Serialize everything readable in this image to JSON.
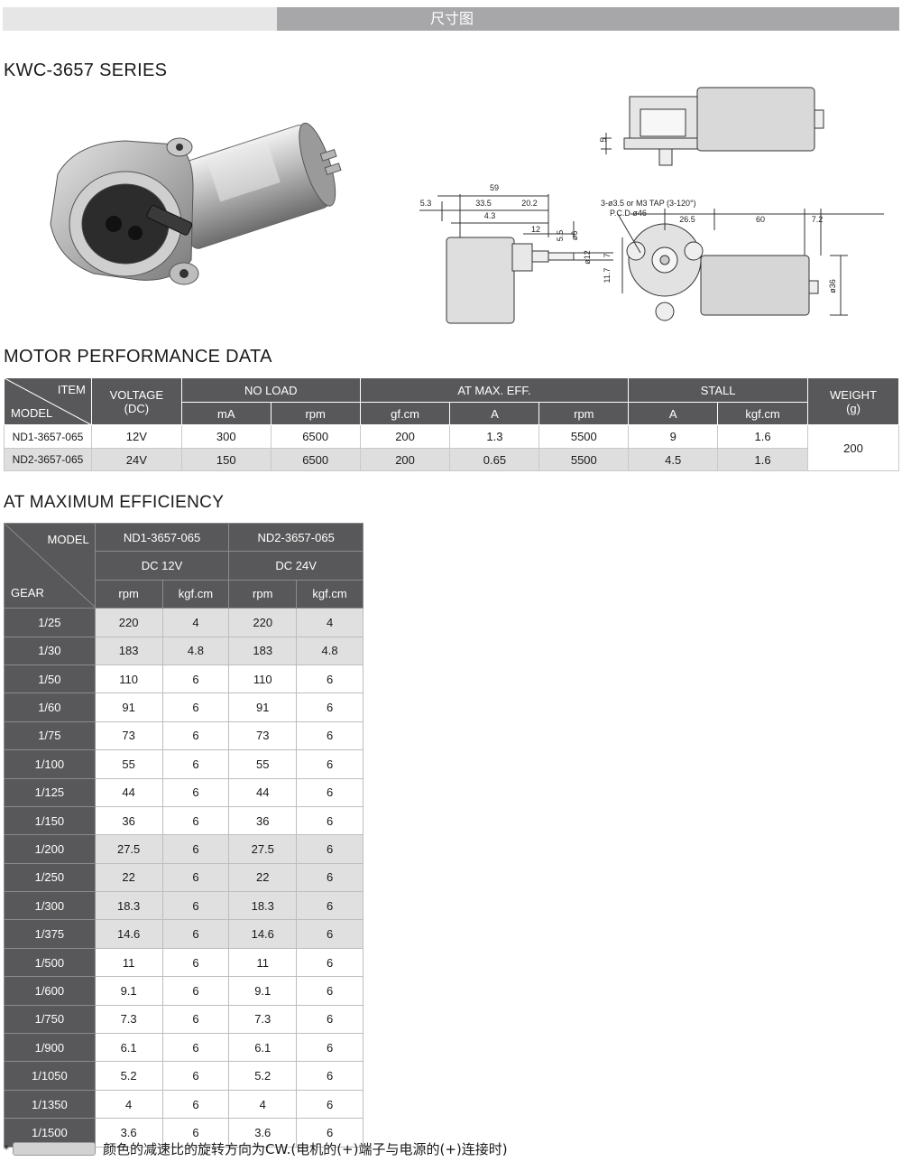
{
  "header": {
    "title": "尺寸图"
  },
  "series_title": "KWC-3657 SERIES",
  "drawing_dims": {
    "d59": "59",
    "d5_3": "5.3",
    "d33_5": "33.5",
    "d20_2": "20.2",
    "d4_3": "4.3",
    "d12": "12",
    "d5_5": "5.5",
    "phi6": "ø6",
    "phi12": "ø12",
    "d11_7": "11.7",
    "d7": "7",
    "d5": "5",
    "tap": "3-ø3.5 or M3 TAP (3-120°)",
    "pcd": "P.C.D ø46",
    "d26_5": "26.5",
    "d60": "60",
    "d7_2": "7.2",
    "phi36": "ø36"
  },
  "performance": {
    "title": "MOTOR  PERFORMANCE  DATA",
    "headers": {
      "item": "ITEM",
      "model": "MODEL",
      "voltage": "VOLTAGE",
      "voltage_unit": "(DC)",
      "no_load": "NO  LOAD",
      "max_eff": "AT  MAX.  EFF.",
      "stall": "STALL",
      "weight": "WEIGHT",
      "weight_unit": "(g)",
      "ma": "mA",
      "rpm": "rpm",
      "gfcm": "gf.cm",
      "a": "A",
      "rpm2": "rpm",
      "a2": "A",
      "kgfcm": "kgf.cm"
    },
    "rows": [
      {
        "model": "ND1-3657-065",
        "voltage": "12V",
        "nl_ma": "300",
        "nl_rpm": "6500",
        "eff_gfcm": "200",
        "eff_a": "1.3",
        "eff_rpm": "5500",
        "st_a": "9",
        "st_kgfcm": "1.6"
      },
      {
        "model": "ND2-3657-065",
        "voltage": "24V",
        "nl_ma": "150",
        "nl_rpm": "6500",
        "eff_gfcm": "200",
        "eff_a": "0.65",
        "eff_rpm": "5500",
        "st_a": "4.5",
        "st_kgfcm": "1.6"
      }
    ],
    "weight": "200"
  },
  "efficiency": {
    "title": "AT  MAXIMUM  EFFICIENCY",
    "headers": {
      "model": "MODEL",
      "gear": "GEAR",
      "m1": "ND1-3657-065",
      "m2": "ND2-3657-065",
      "v1": "DC  12V",
      "v2": "DC  24V",
      "rpm": "rpm",
      "kgfcm": "kgf.cm"
    },
    "rows": [
      {
        "gear": "1/25",
        "rpm1": "220",
        "t1": "4",
        "rpm2": "220",
        "t2": "4",
        "hl": true
      },
      {
        "gear": "1/30",
        "rpm1": "183",
        "t1": "4.8",
        "rpm2": "183",
        "t2": "4.8",
        "hl": true
      },
      {
        "gear": "1/50",
        "rpm1": "110",
        "t1": "6",
        "rpm2": "110",
        "t2": "6",
        "hl": false
      },
      {
        "gear": "1/60",
        "rpm1": "91",
        "t1": "6",
        "rpm2": "91",
        "t2": "6",
        "hl": false
      },
      {
        "gear": "1/75",
        "rpm1": "73",
        "t1": "6",
        "rpm2": "73",
        "t2": "6",
        "hl": false
      },
      {
        "gear": "1/100",
        "rpm1": "55",
        "t1": "6",
        "rpm2": "55",
        "t2": "6",
        "hl": false
      },
      {
        "gear": "1/125",
        "rpm1": "44",
        "t1": "6",
        "rpm2": "44",
        "t2": "6",
        "hl": false
      },
      {
        "gear": "1/150",
        "rpm1": "36",
        "t1": "6",
        "rpm2": "36",
        "t2": "6",
        "hl": false
      },
      {
        "gear": "1/200",
        "rpm1": "27.5",
        "t1": "6",
        "rpm2": "27.5",
        "t2": "6",
        "hl": true
      },
      {
        "gear": "1/250",
        "rpm1": "22",
        "t1": "6",
        "rpm2": "22",
        "t2": "6",
        "hl": true
      },
      {
        "gear": "1/300",
        "rpm1": "18.3",
        "t1": "6",
        "rpm2": "18.3",
        "t2": "6",
        "hl": true
      },
      {
        "gear": "1/375",
        "rpm1": "14.6",
        "t1": "6",
        "rpm2": "14.6",
        "t2": "6",
        "hl": true
      },
      {
        "gear": "1/500",
        "rpm1": "11",
        "t1": "6",
        "rpm2": "11",
        "t2": "6",
        "hl": false
      },
      {
        "gear": "1/600",
        "rpm1": "9.1",
        "t1": "6",
        "rpm2": "9.1",
        "t2": "6",
        "hl": false
      },
      {
        "gear": "1/750",
        "rpm1": "7.3",
        "t1": "6",
        "rpm2": "7.3",
        "t2": "6",
        "hl": false
      },
      {
        "gear": "1/900",
        "rpm1": "6.1",
        "t1": "6",
        "rpm2": "6.1",
        "t2": "6",
        "hl": false
      },
      {
        "gear": "1/1050",
        "rpm1": "5.2",
        "t1": "6",
        "rpm2": "5.2",
        "t2": "6",
        "hl": false
      },
      {
        "gear": "1/1350",
        "rpm1": "4",
        "t1": "6",
        "rpm2": "4",
        "t2": "6",
        "hl": false
      },
      {
        "gear": "1/1500",
        "rpm1": "3.6",
        "t1": "6",
        "rpm2": "3.6",
        "t2": "6",
        "hl": false
      }
    ]
  },
  "note": {
    "star": "*",
    "text": "颜色的减速比的旋转方向为CW.(电机的(+)端子与电源的(+)连接时)"
  }
}
